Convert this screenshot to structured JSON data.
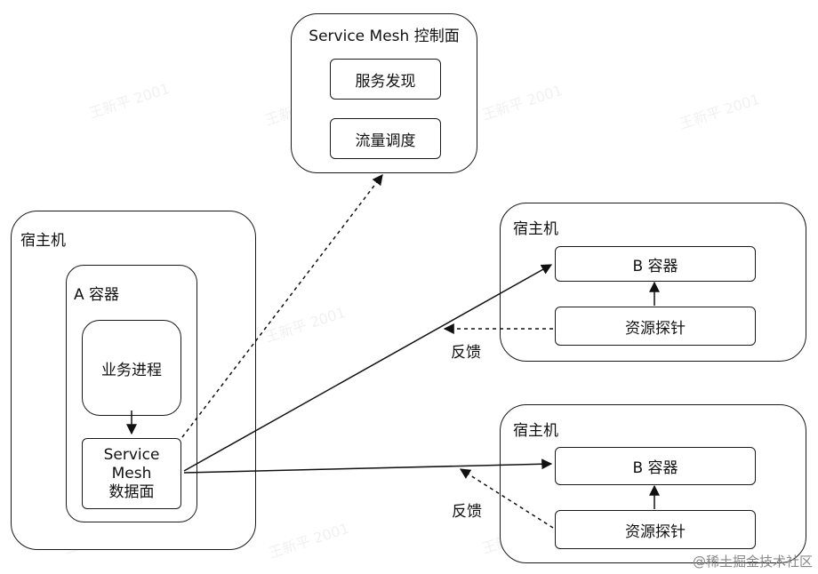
{
  "control_plane": {
    "title": "Service Mesh 控制面",
    "items": [
      "服务发现",
      "流量调度"
    ]
  },
  "host_a": {
    "title": "宿主机",
    "container_title": "A 容器",
    "process": "业务进程",
    "data_plane": [
      "Service",
      "Mesh",
      "数据面"
    ]
  },
  "host_b1": {
    "title": "宿主机",
    "container": "B 容器",
    "probe": "资源探针",
    "feedback": "反馈"
  },
  "host_b2": {
    "title": "宿主机",
    "container": "B 容器",
    "probe": "资源探针",
    "feedback": "反馈"
  },
  "watermark": "王新平 2001",
  "footer": "@稀土掘金技术社区"
}
